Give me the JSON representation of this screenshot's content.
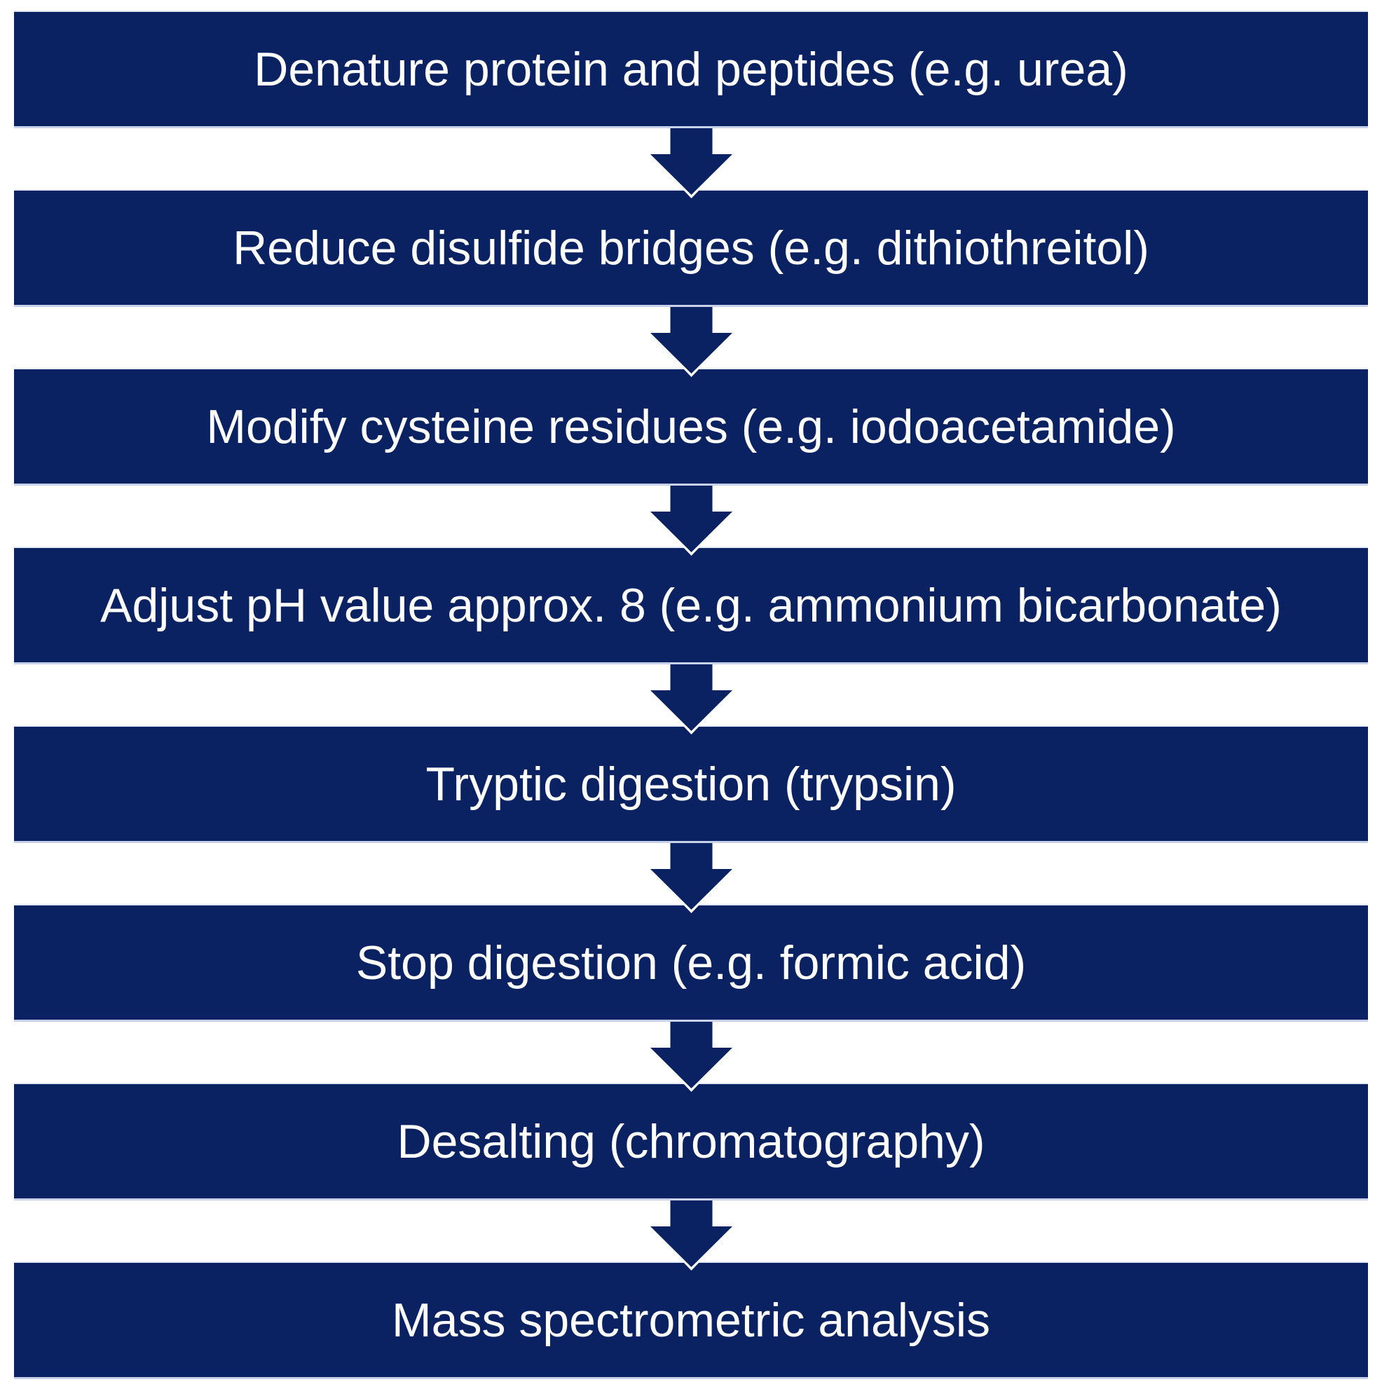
{
  "diagram": {
    "type": "flowchart",
    "direction": "top-down",
    "connector_icon": "down-arrow-icon",
    "colors": {
      "bar_fill": "#0b2262",
      "bar_text": "#ffffff",
      "arrow_fill": "#0b2262",
      "background": "#ffffff"
    },
    "steps": [
      {
        "label": "Denature protein and peptides (e.g. urea)"
      },
      {
        "label": "Reduce disulfide bridges (e.g. dithiothreitol)"
      },
      {
        "label": "Modify cysteine residues (e.g. iodoacetamide)"
      },
      {
        "label": "Adjust pH value approx. 8 (e.g. ammonium bicarbonate)"
      },
      {
        "label": "Tryptic digestion (trypsin)"
      },
      {
        "label": "Stop digestion (e.g. formic acid)"
      },
      {
        "label": "Desalting (chromatography)"
      },
      {
        "label": "Mass spectrometric analysis"
      }
    ]
  }
}
